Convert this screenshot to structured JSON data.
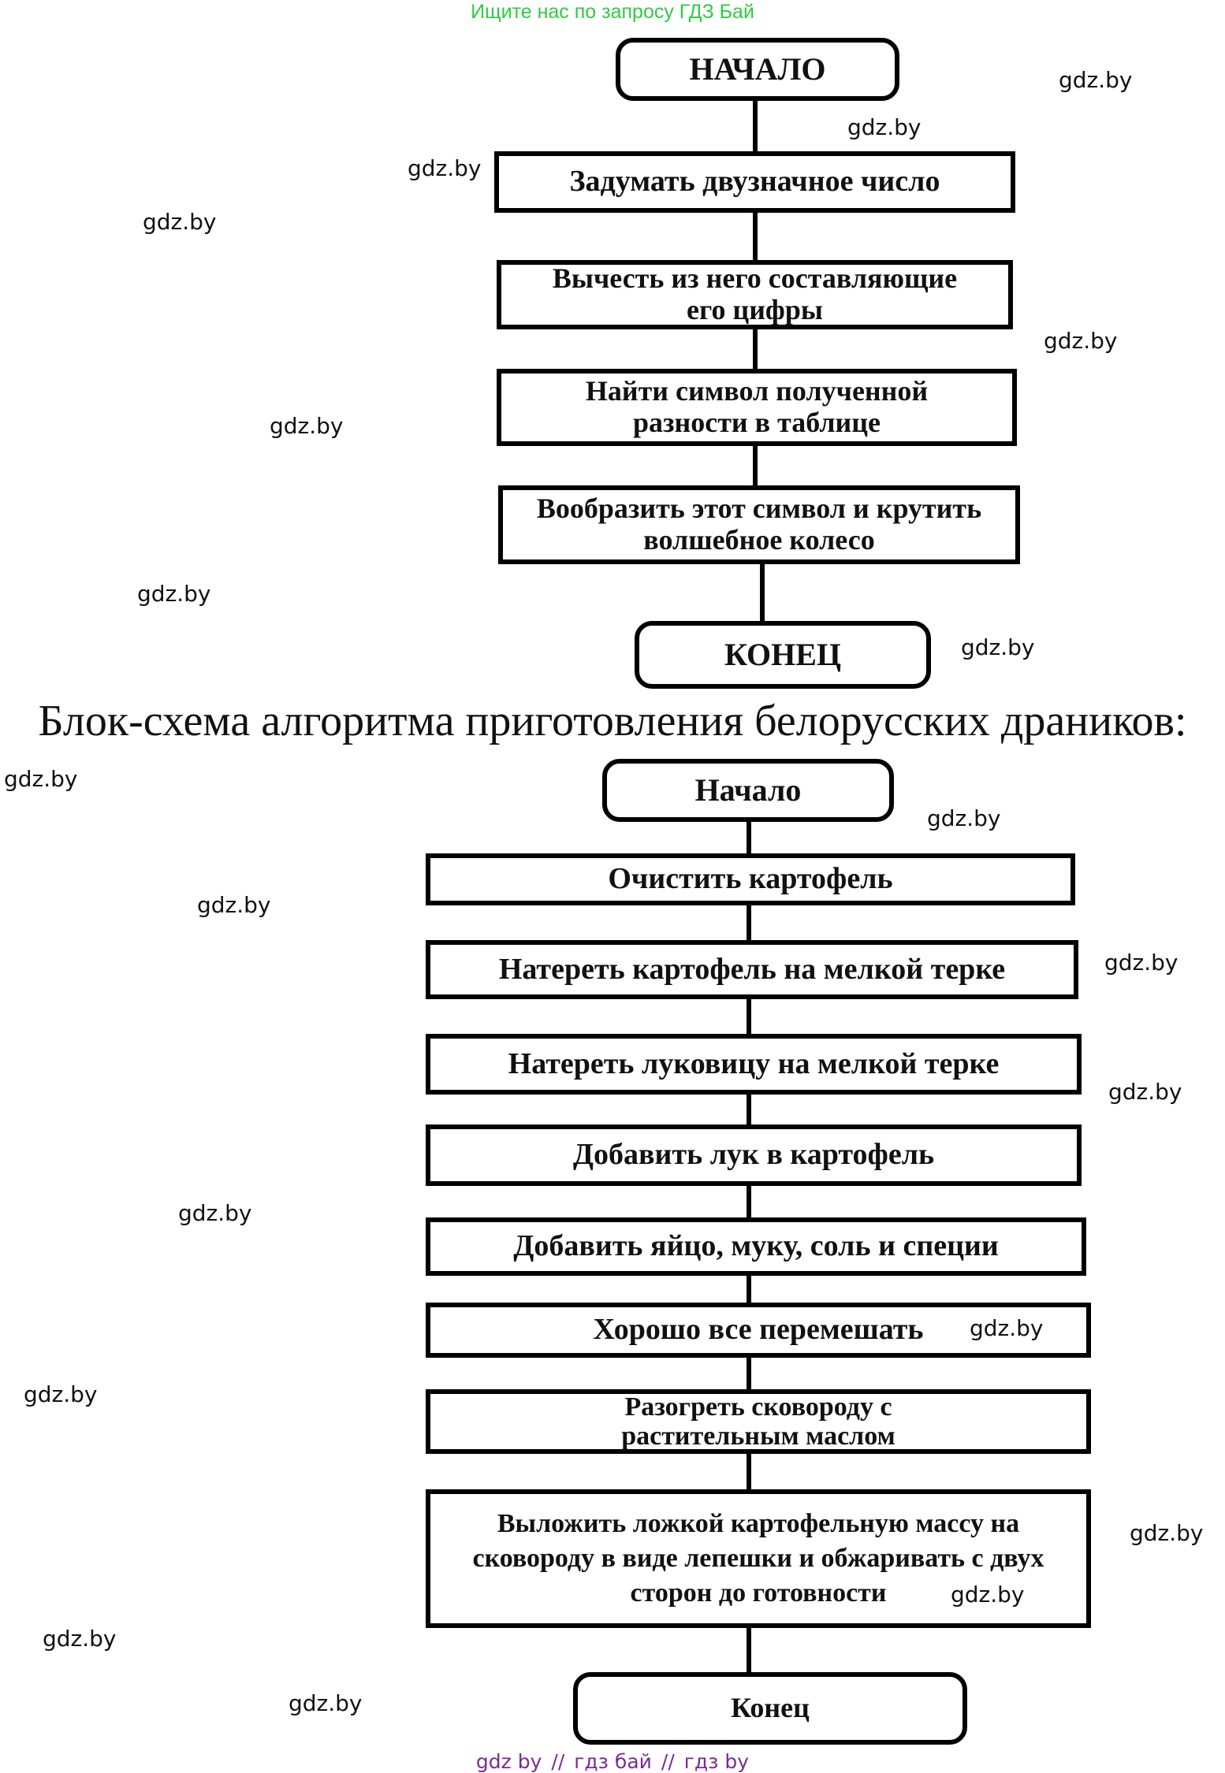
{
  "banner": "Ищите нас по запросу ГДЗ Бай",
  "flowchart1": {
    "start": "НАЧАЛО",
    "steps": [
      "Задумать двузначное число",
      "Вычесть из него составляющие его цифры",
      "Найти символ полученной разности в таблице",
      "Вообразить этот символ и крутить волшебное колесо"
    ],
    "end": "КОНЕЦ"
  },
  "heading": "Блок-схема алгоритма приготовления белорусских драников:",
  "flowchart2": {
    "start": "Начало",
    "steps": [
      "Очистить картофель",
      "Натереть картофель на мелкой терке",
      "Натереть луковицу на мелкой терке",
      "Добавить лук в картофель",
      "Добавить яйцо, муку, соль и специи",
      "Хорошо все перемешать",
      "Разогреть сковороду с растительным маслом",
      "Выложить ложкой картофельную массу на сковороду в виде лепешки и обжаривать с двух сторон до готовности"
    ],
    "end": "Конец"
  },
  "watermark": "gdz.by",
  "footer": {
    "links": [
      "gdz by",
      "гдз бай",
      "гдз by"
    ],
    "separator": "//"
  }
}
